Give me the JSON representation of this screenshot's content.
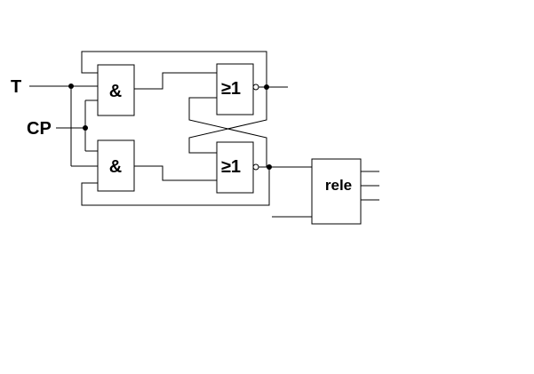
{
  "labels": {
    "input_t": "T",
    "input_cp": "CP",
    "and_top": "&",
    "and_bottom": "&",
    "or_top": "≥1",
    "or_bottom": "≥1",
    "relay": "rele"
  },
  "colors": {
    "line": "#000000",
    "background": "#ffffff"
  }
}
